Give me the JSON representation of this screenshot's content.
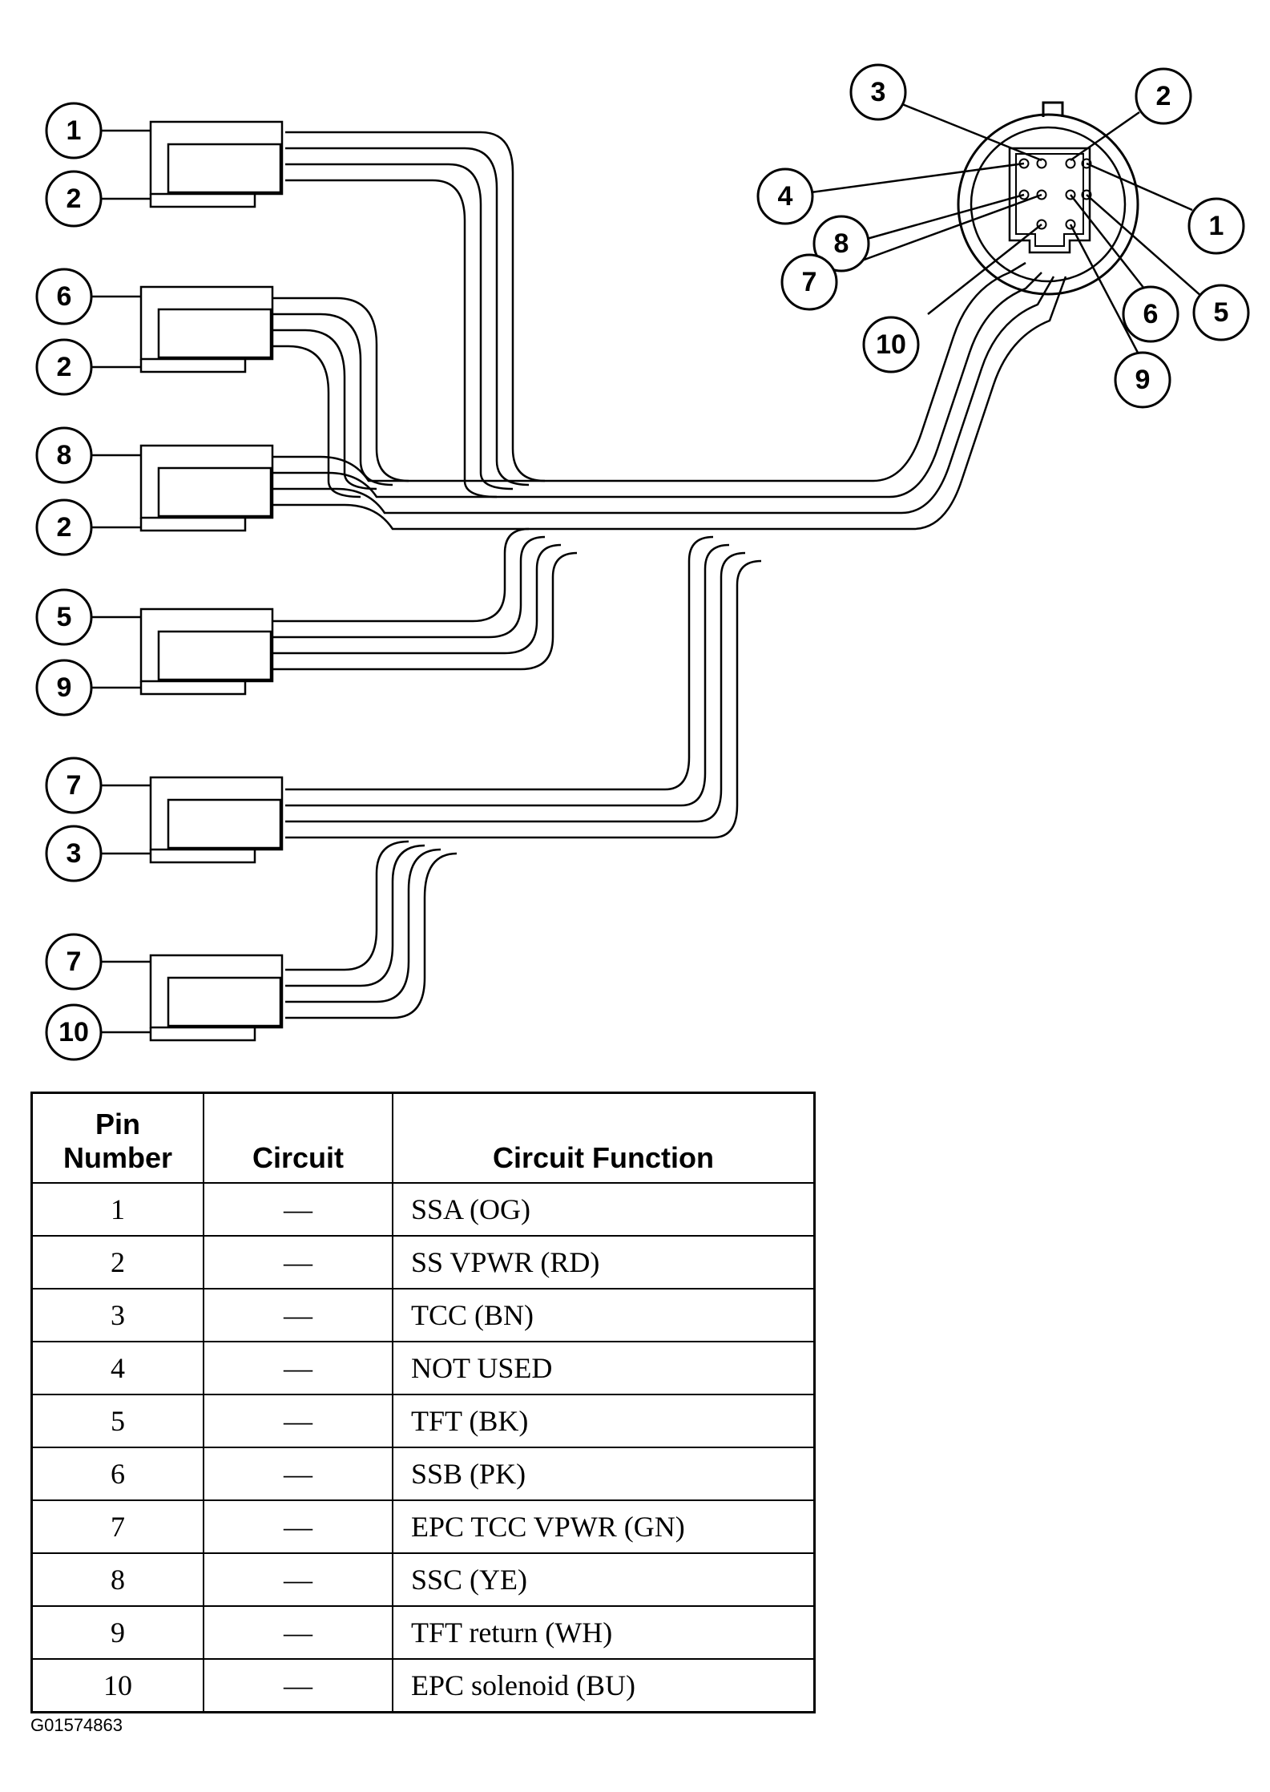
{
  "diagram": {
    "connector_callouts": [
      "1",
      "2",
      "3",
      "4",
      "5",
      "6",
      "7",
      "8",
      "9",
      "10"
    ],
    "plug_pins": [
      [
        "1",
        "2"
      ],
      [
        "6",
        "2"
      ],
      [
        "8",
        "2"
      ],
      [
        "5",
        "9"
      ],
      [
        "7",
        "3"
      ],
      [
        "7",
        "10"
      ]
    ]
  },
  "table": {
    "headers": [
      "Pin\nNumber",
      "Circuit",
      "Circuit Function"
    ],
    "rows": [
      {
        "pin": "1",
        "circuit": "—",
        "function": "SSA (OG)"
      },
      {
        "pin": "2",
        "circuit": "—",
        "function": "SS VPWR (RD)"
      },
      {
        "pin": "3",
        "circuit": "—",
        "function": "TCC (BN)"
      },
      {
        "pin": "4",
        "circuit": "—",
        "function": "NOT USED"
      },
      {
        "pin": "5",
        "circuit": "—",
        "function": "TFT (BK)"
      },
      {
        "pin": "6",
        "circuit": "—",
        "function": "SSB (PK)"
      },
      {
        "pin": "7",
        "circuit": "—",
        "function": "EPC TCC VPWR (GN)"
      },
      {
        "pin": "8",
        "circuit": "—",
        "function": "SSC (YE)"
      },
      {
        "pin": "9",
        "circuit": "—",
        "function": "TFT return (WH)"
      },
      {
        "pin": "10",
        "circuit": "—",
        "function": "EPC solenoid (BU)"
      }
    ]
  },
  "footer": {
    "code": "G01574863"
  }
}
